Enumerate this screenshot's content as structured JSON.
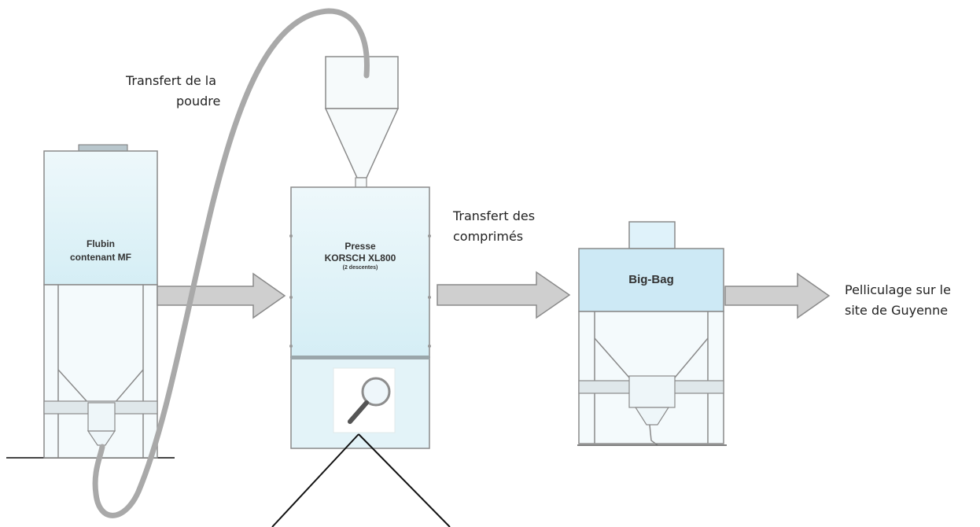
{
  "labels": {
    "transfert_poudre": [
      "Transfert de la",
      "poudre"
    ],
    "transfert_comprimes": [
      "Transfert des",
      "comprimés"
    ],
    "pelliculage": [
      "Pelliculage sur le",
      "site de Guyenne"
    ]
  },
  "machines": {
    "flubin": [
      "Flubin",
      "contenant MF"
    ],
    "presse": {
      "name": "Presse",
      "model": "KORSCH XL800",
      "note": "(2 descentes)"
    },
    "bigbag": "Big-Bag"
  },
  "colors": {
    "machine_fill_top": "#e9f6fa",
    "machine_fill_bottom": "#d7eff6",
    "bigbag_fill": "#cfeaf5",
    "outline": "#8a8a8a",
    "arrow_fill": "#cfcfcf",
    "tube": "#a9a9a9"
  }
}
